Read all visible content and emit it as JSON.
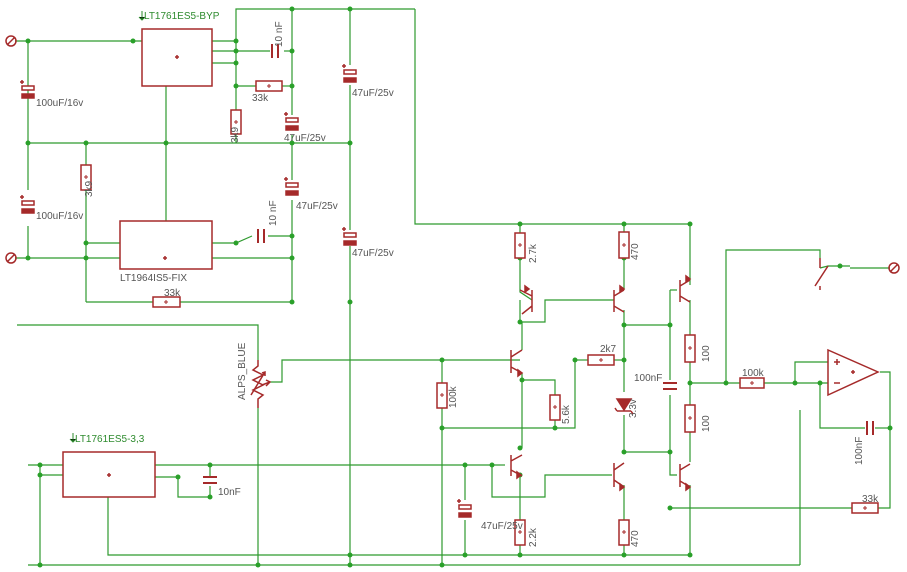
{
  "colors": {
    "wire": "#2e9a2e",
    "component": "#a52a2a",
    "junction": "#2aa02a",
    "label": "#555555",
    "chip_label": "#2e8b2e",
    "background": "#ffffff"
  },
  "ics": {
    "ic1": "LT1761ES5-BYP",
    "ic2": "LT1964IS5-FIX",
    "ic3": "LT1761ES5-3,3"
  },
  "values": {
    "c_10nf_top": "10 nF",
    "c_10nf_mid": "10 nF",
    "c_10nf_bot": "10nF",
    "c_100uf_1": "100uF/16v",
    "c_100uf_2": "100uF/16v",
    "c_47uf_1": "47uF/25v",
    "c_47uf_2": "47uF/25v",
    "c_47uf_3": "47uF/25v",
    "c_47uf_4": "47uF/25v",
    "c_47uf_5": "47uF/25v",
    "r_33k_1": "33k",
    "r_33k_2": "33k",
    "r_33k_3": "33k",
    "r_3k9_1": "3k9",
    "r_3k9_2": "3k9",
    "r_2k7_1": "2.7k",
    "r_2k7_2": "2k7",
    "r_470_1": "470",
    "r_470_2": "470",
    "r_100k_1": "100k",
    "r_100k_2": "100k",
    "r_5k6": "5.6k",
    "r_2k2": "2.2k",
    "r_100_1": "100",
    "r_100_2": "100",
    "c_100nf_1": "100nF",
    "c_100nf_2": "100nF",
    "z_3v3": "3.3v",
    "pot": "ALPS_BLUE"
  }
}
